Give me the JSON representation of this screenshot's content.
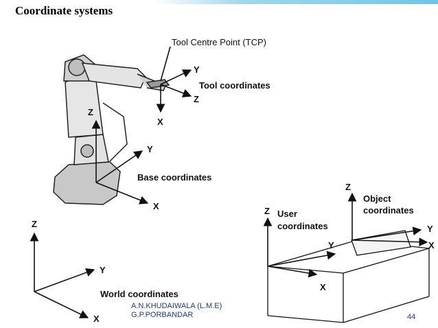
{
  "title": "Coordinate systems",
  "labels": {
    "tcp": "Tool Centre Point (TCP)",
    "tool": "Tool coordinates",
    "base": "Base coordinates",
    "world": "World coordinates",
    "user_line1": "User",
    "user_line2": "coordinates",
    "object_line1": "Object",
    "object_line2": "coordinates"
  },
  "axes": {
    "tool": {
      "y": "Y",
      "z": "Z",
      "x": "X"
    },
    "base": {
      "y": "Y",
      "z": "Z",
      "x": "X"
    },
    "world": {
      "z": "Z",
      "y": "Y",
      "x": "X"
    },
    "user": {
      "z": "Z",
      "y": "Y",
      "x": "X"
    },
    "object": {
      "z": "Z",
      "y": "Y",
      "x": "X"
    }
  },
  "footer": {
    "line1": "A.N.KHUDAIWALA  (L.M.E)",
    "line2": "G.P.PORBANDAR",
    "page": "44"
  }
}
